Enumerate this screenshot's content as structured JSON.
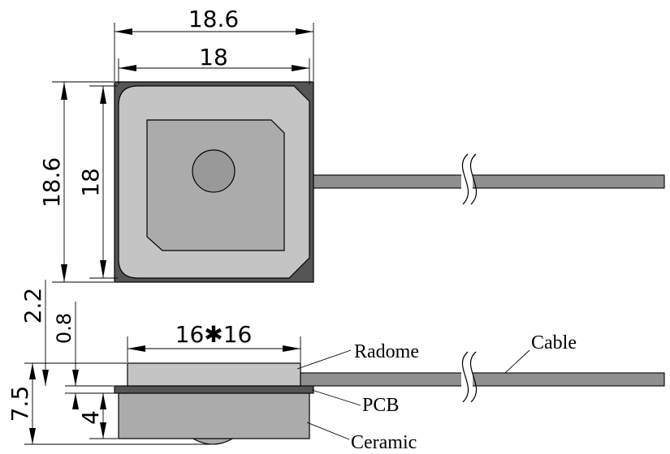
{
  "dimensions": {
    "top_outer_width": "18.6",
    "top_inner_width": "18",
    "left_outer_height": "18.6",
    "left_inner_height": "18",
    "side_total_height": "7.5",
    "side_radome_offset": "2.2",
    "side_pcb_thickness": "0.8",
    "side_ceramic_height": "4",
    "radome_size": "16✱16"
  },
  "labels": {
    "radome": "Radome",
    "cable": "Cable",
    "pcb": "PCB",
    "ceramic": "Ceramic"
  },
  "colors": {
    "outline": "#000000",
    "pcb_dark": "#555555",
    "radome_light": "#c4c4c4",
    "ceramic_mid": "#ababab",
    "feed_pin": "#999999",
    "cable": "#8f8f8f",
    "background": "#ffffff"
  }
}
